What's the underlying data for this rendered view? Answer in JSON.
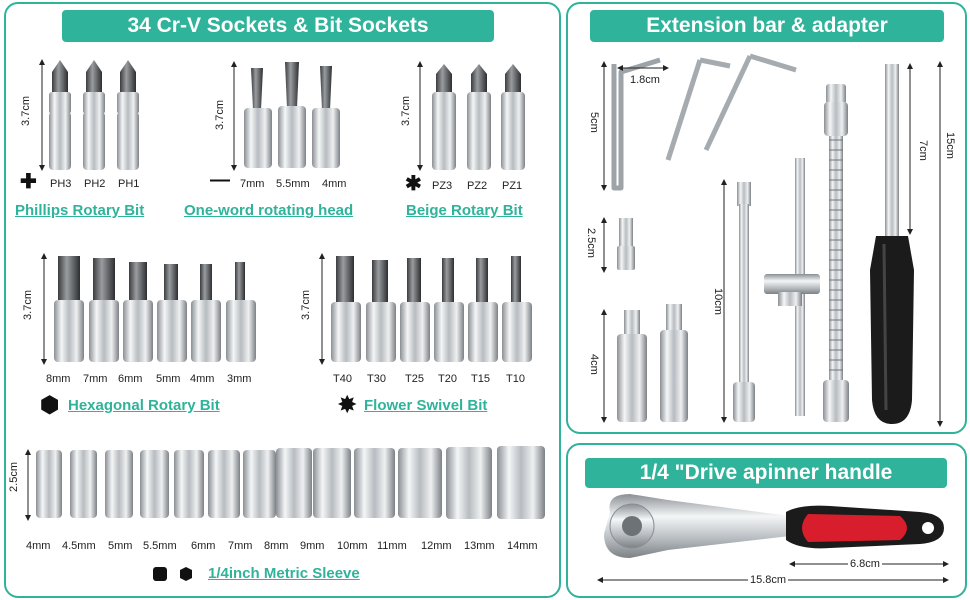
{
  "sections": {
    "sockets_title": "34 Cr-V Sockets & Bit Sockets",
    "extension_title": "Extension bar & adapter",
    "handle_title": "1/4 \"Drive apinner handle"
  },
  "phillips": {
    "height": "3.7cm",
    "sizes": [
      "PH3",
      "PH2",
      "PH1"
    ],
    "caption": "Phillips Rotary Bit"
  },
  "slotted": {
    "height": "3.7cm",
    "sizes": [
      "7mm",
      "5.5mm",
      "4mm"
    ],
    "caption": "One-word rotating head"
  },
  "pozi": {
    "height": "3.7cm",
    "sizes": [
      "PZ3",
      "PZ2",
      "PZ1"
    ],
    "caption": "Beige Rotary Bit"
  },
  "hex": {
    "height": "3.7cm",
    "sizes": [
      "8mm",
      "7mm",
      "6mm",
      "5mm",
      "4mm",
      "3mm"
    ],
    "caption": "Hexagonal Rotary Bit"
  },
  "torx": {
    "height": "3.7cm",
    "sizes": [
      "T40",
      "T30",
      "T25",
      "T20",
      "T15",
      "T10"
    ],
    "caption": "Flower Swivel Bit"
  },
  "metric": {
    "height": "2.5cm",
    "sizes": [
      "4mm",
      "4.5mm",
      "5mm",
      "5.5mm",
      "6mm",
      "7mm",
      "8mm",
      "9mm",
      "10mm",
      "11mm",
      "12mm",
      "13mm",
      "14mm"
    ],
    "caption": "1/4inch Metric Sleeve"
  },
  "extension": {
    "hex_key_width": "1.8cm",
    "hex_key_height": "5cm",
    "bit_adapter": "2.5cm",
    "adapter": "4cm",
    "bar": "10cm",
    "screwdriver_shaft": "7cm",
    "screwdriver_total": "15cm"
  },
  "handle": {
    "grip": "6.8cm",
    "total": "15.8cm"
  },
  "colors": {
    "accent": "#2fb39a",
    "handle_red": "#d81e2c",
    "handle_black": "#1b1b1b"
  }
}
